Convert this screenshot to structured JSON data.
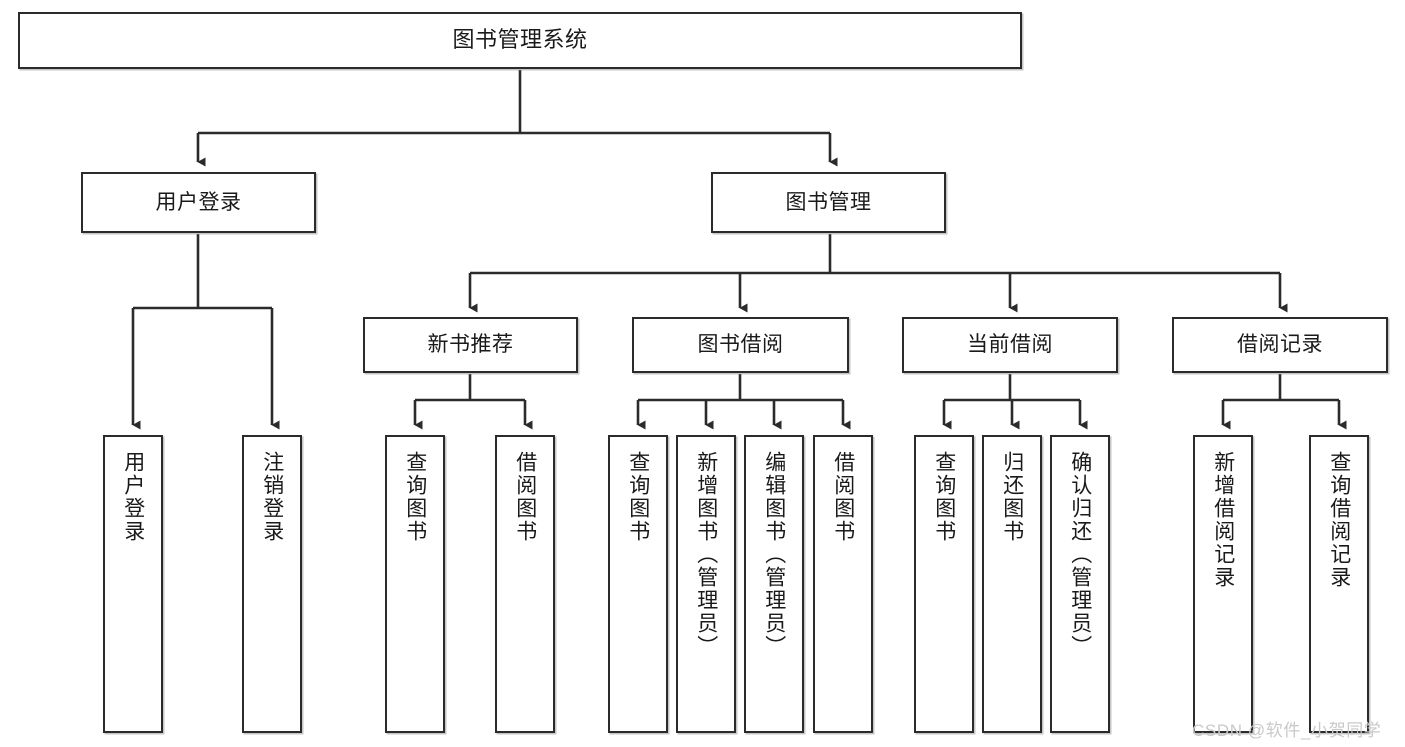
{
  "diagram": {
    "title": "图书管理系统",
    "type": "tree-hierarchy",
    "root": {
      "label": "图书管理系统"
    },
    "level2": [
      {
        "label": "用户登录"
      },
      {
        "label": "图书管理"
      }
    ],
    "level3": [
      {
        "label": "新书推荐"
      },
      {
        "label": "图书借阅"
      },
      {
        "label": "当前借阅"
      },
      {
        "label": "借阅记录"
      }
    ],
    "leaves": {
      "user_login": [
        {
          "label": "用户登录"
        },
        {
          "label": "注销登录"
        }
      ],
      "new_book_recommend": [
        {
          "label": "查询图书"
        },
        {
          "label": "借阅图书"
        }
      ],
      "book_borrow": [
        {
          "label": "查询图书"
        },
        {
          "label": "新增图书（管理员）"
        },
        {
          "label": "编辑图书（管理员）"
        },
        {
          "label": "借阅图书"
        }
      ],
      "current_borrow": [
        {
          "label": "查询图书"
        },
        {
          "label": "归还图书"
        },
        {
          "label": "确认归还（管理员）"
        }
      ],
      "borrow_record": [
        {
          "label": "新增借阅记录"
        },
        {
          "label": "查询借阅记录"
        }
      ]
    }
  },
  "watermark": {
    "text": "CSDN @软件_小贺同学"
  },
  "colors": {
    "border": "#2b2b2b",
    "background": "#ffffff",
    "text": "#1a1a1a",
    "watermark": "#c9c9c9"
  }
}
